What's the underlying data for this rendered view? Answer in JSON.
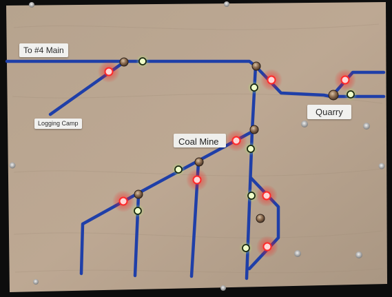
{
  "panel": {
    "labels": {
      "to_main": "To #4 Main",
      "logging_camp": "Logging Camp",
      "coal_mine": "Coal Mine",
      "quarry": "Quarry"
    }
  },
  "colors": {
    "track": "#1f3fa8",
    "wood": "#b9a48c",
    "led_red": "#ff2a2a",
    "led_green": "#c8f08a",
    "background": "#0d0d0d"
  },
  "indicators": [
    {
      "id": "main-junction-red",
      "color": "red",
      "state": "on"
    },
    {
      "id": "main-junction-green",
      "color": "green",
      "state": "on"
    },
    {
      "id": "main-east-red",
      "color": "red",
      "state": "on"
    },
    {
      "id": "main-east-green",
      "color": "green",
      "state": "on"
    },
    {
      "id": "quarry-red",
      "color": "red",
      "state": "on"
    },
    {
      "id": "quarry-green",
      "color": "green",
      "state": "on"
    },
    {
      "id": "coal-mine-red",
      "color": "red",
      "state": "on"
    },
    {
      "id": "coal-mine-green",
      "color": "green",
      "state": "on"
    },
    {
      "id": "center-green",
      "color": "green",
      "state": "on"
    },
    {
      "id": "center-red",
      "color": "red",
      "state": "on"
    },
    {
      "id": "west-red",
      "color": "red",
      "state": "on"
    },
    {
      "id": "west-green",
      "color": "green",
      "state": "on"
    },
    {
      "id": "right-mid-green",
      "color": "green",
      "state": "on"
    },
    {
      "id": "right-mid-red",
      "color": "red",
      "state": "on"
    },
    {
      "id": "bottom-green",
      "color": "green",
      "state": "on"
    },
    {
      "id": "bottom-red",
      "color": "red",
      "state": "on"
    }
  ],
  "toggle_switches": [
    "main-junction-switch",
    "main-east-switch",
    "quarry-switch",
    "coal-mine-switch",
    "center-switch",
    "west-switch",
    "right-loop-switch"
  ]
}
